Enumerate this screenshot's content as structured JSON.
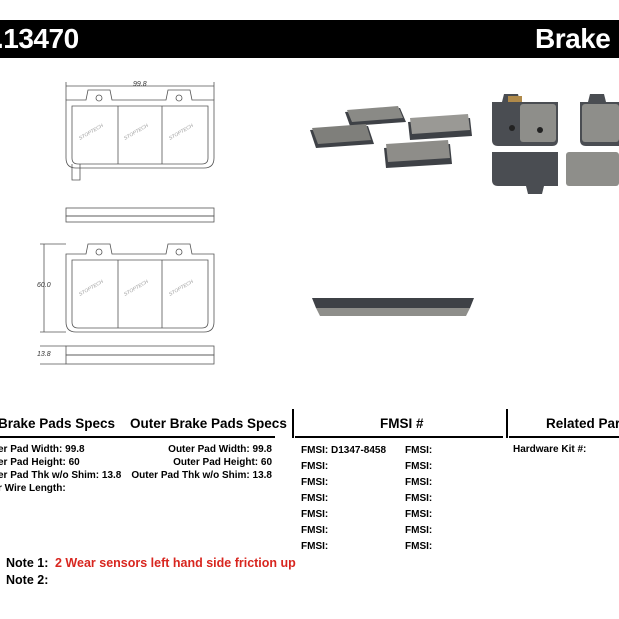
{
  "header": {
    "part_number": ".13470",
    "product_title": "Brake P"
  },
  "drawing": {
    "width_dim": "99.8",
    "height_dim": "60.0",
    "thickness_dim": "13.8"
  },
  "columns": {
    "inner_title": "Brake Pads Specs",
    "outer_title": "Outer Brake Pads Specs",
    "fmsi_title": "FMSI #",
    "related_title": "Related Par"
  },
  "inner_specs": [
    "er Pad Width:  99.8",
    "er Pad Height:  60",
    "er Pad Thk w/o Shim:  13.8",
    "r Wire Length:"
  ],
  "outer_specs": [
    "Outer Pad Width:  99.8",
    "Outer Pad Height:  60",
    "Outer Pad Thk w/o Shim:  13.8"
  ],
  "fmsi_left": [
    "FMSI:  D1347-8458",
    "FMSI:",
    "FMSI:",
    "FMSI:",
    "FMSI:",
    "FMSI:",
    "FMSI:"
  ],
  "fmsi_right": [
    "FMSI:",
    "FMSI:",
    "FMSI:",
    "FMSI:",
    "FMSI:",
    "FMSI:",
    "FMSI:"
  ],
  "related": {
    "hardware_kit": "Hardware Kit #:"
  },
  "notes": {
    "note1_label": "Note 1:",
    "note1_text": "2 Wear sensors left hand side friction up",
    "note2_label": "Note 2:"
  },
  "colors": {
    "bar": "#000000",
    "note_text": "#d8261f",
    "pad_friction": "#8e8e8a",
    "pad_backing": "#4a4d52"
  }
}
